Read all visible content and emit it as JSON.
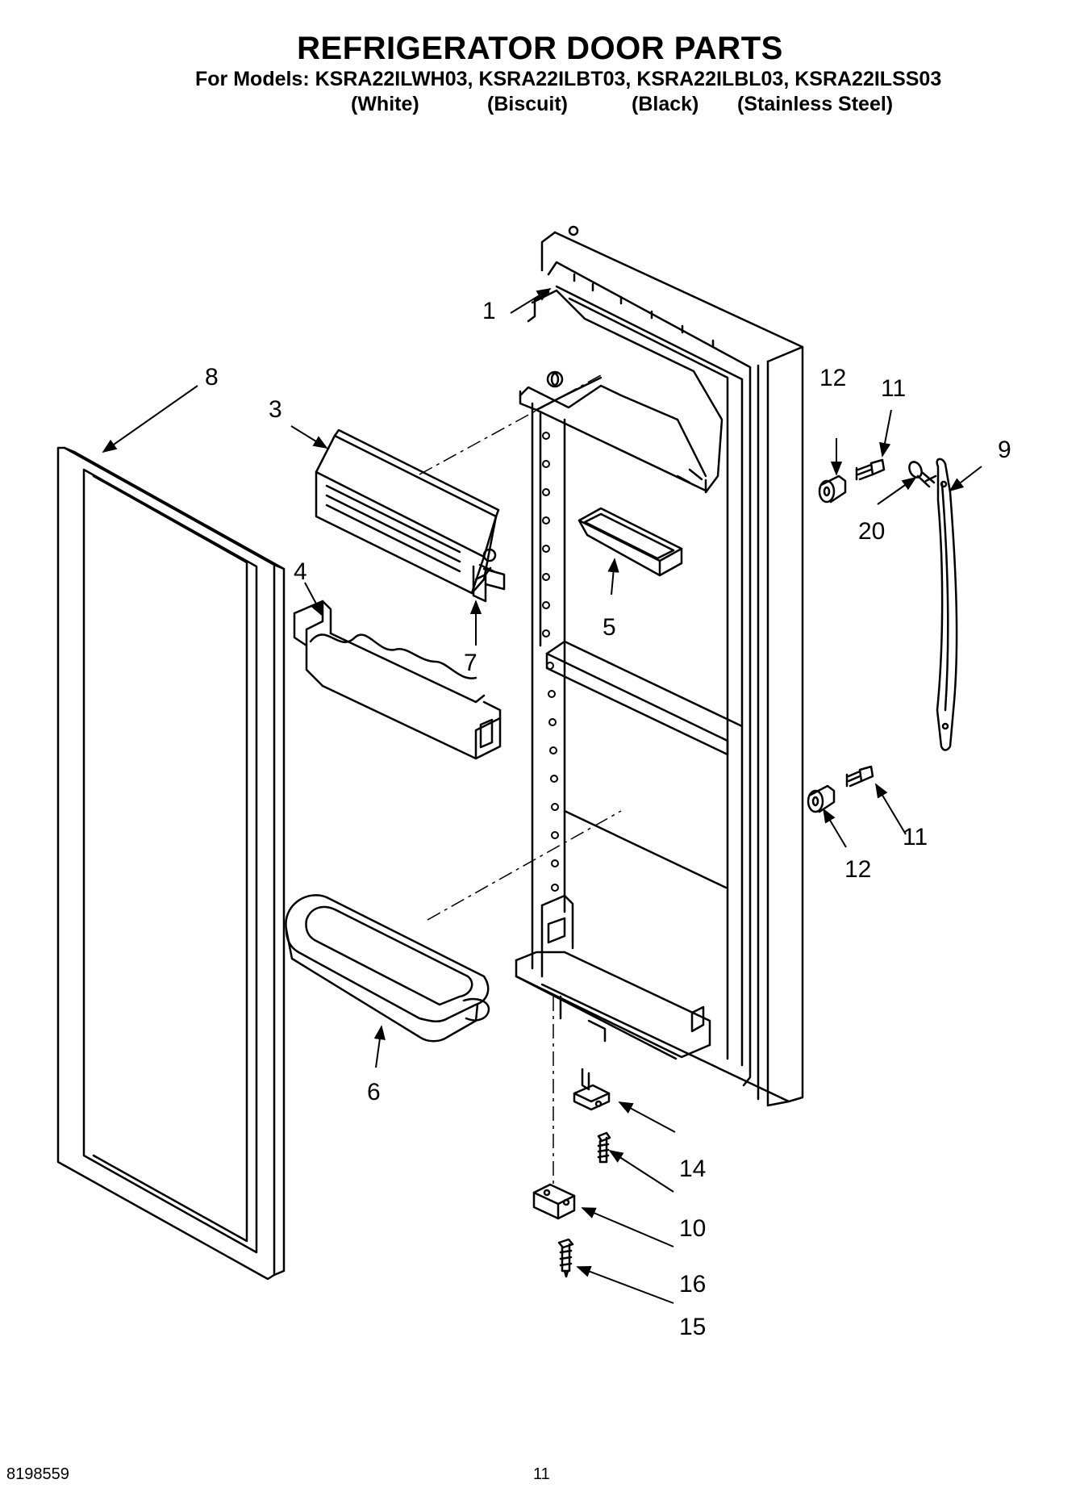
{
  "header": {
    "title": "REFRIGERATOR DOOR PARTS",
    "models_line": "For Models: KSRA22ILWH03, KSRA22ILBT03, KSRA22ILBL03, KSRA22ILSS03",
    "colors": [
      "(White)",
      "(Biscuit)",
      "(Black)",
      "(Stainless Steel)"
    ]
  },
  "callouts": [
    "1",
    "8",
    "3",
    "4",
    "7",
    "5",
    "6",
    "12",
    "11",
    "9",
    "20",
    "11",
    "12",
    "14",
    "10",
    "16",
    "15"
  ],
  "footer": {
    "doc_number": "8198559",
    "page_number": "11"
  }
}
